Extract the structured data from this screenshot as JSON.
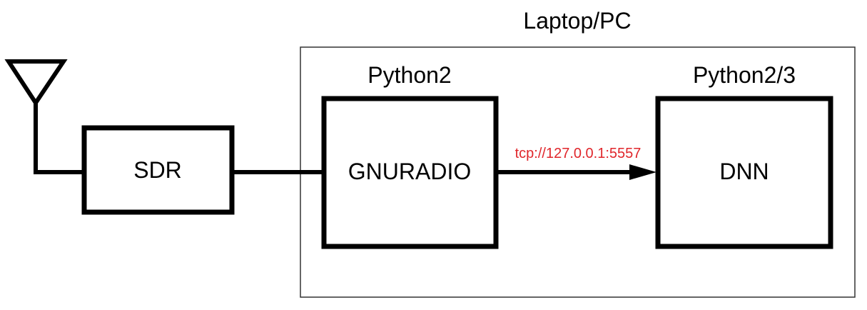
{
  "diagram": {
    "container": {
      "label": "Laptop/PC"
    },
    "blocks": {
      "sdr": {
        "label": "SDR"
      },
      "gnuradio": {
        "label": "GNURADIO",
        "runtime": "Python2"
      },
      "dnn": {
        "label": "DNN",
        "runtime": "Python2/3"
      }
    },
    "link": {
      "label": "tcp://127.0.0.1:5557"
    },
    "colors": {
      "stroke": "#000000",
      "container_border": "#333333",
      "link_label": "#e0262b",
      "background": "#ffffff"
    },
    "icons": {
      "antenna": "antenna-icon",
      "arrow": "arrowhead-icon"
    }
  }
}
